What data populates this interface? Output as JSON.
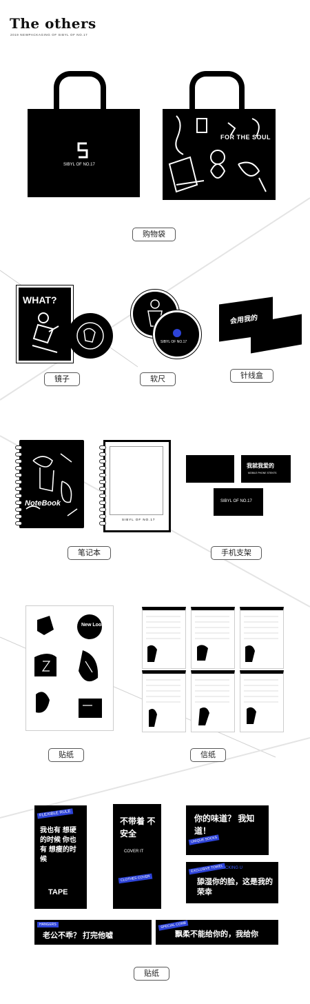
{
  "header": {
    "title": "The others",
    "subtitle": "2019 NEWPACKAGING OF SIBYL OF NO.17"
  },
  "sections": {
    "shopping_bag": {
      "label": "购物袋",
      "bag_left_brand": "SIBYL OF NO.17",
      "bag_right_text": "FOR THE SOUL"
    },
    "mirror": {
      "label": "镜子",
      "card_text": "WHAT?"
    },
    "tape_measure": {
      "label": "软尺",
      "disc_text": "SIBYL OF NO.17"
    },
    "sewing_box": {
      "label": "针线盒",
      "box_text": "会用我的"
    },
    "notebook": {
      "label": "笔记本",
      "cover_text": "NoteBook",
      "page_footer": "SIBYL OF NO.17"
    },
    "phone_stand": {
      "label": "手机支架",
      "card1_text": "我就我爱的",
      "card1_sub": "MOBILE PHONE STENTS",
      "card2_text": "SIBYL OF NO.17"
    },
    "stickers": {
      "label": "贴纸",
      "badge_text": "New Look"
    },
    "letter_paper": {
      "label": "信纸"
    },
    "tape_stickers": {
      "label": "贴纸",
      "flexible_rule": "FLEXIBLE RULE",
      "tape1_text": "我也有 想硬的时候 你也有 想瘦的时候",
      "tape1_word": "TAPE",
      "tape2_text": "不带着 不安全",
      "tape2_sub": "COVER IT",
      "clothes_cover": "CLOTHES COVER",
      "tape3_text": "你的味道？ 我知道！",
      "unique_socks": "UNIQUE SOCKS",
      "tape4_text": "舔湿你的脸，这是我的荣幸",
      "tape4_sub": "LICKING U",
      "exclusive_towel": "EXCLUSIVE TOWEL",
      "hangers": "HANGERS",
      "tape5_text": "老公不乖？ 打完他嘘",
      "special_comb": "SPECIAL COMB",
      "tape6_text": "飘柔不能给你的，我给你"
    }
  },
  "colors": {
    "ink": "#000000",
    "accent_blue": "#2d43d8",
    "label_border": "#555555"
  }
}
